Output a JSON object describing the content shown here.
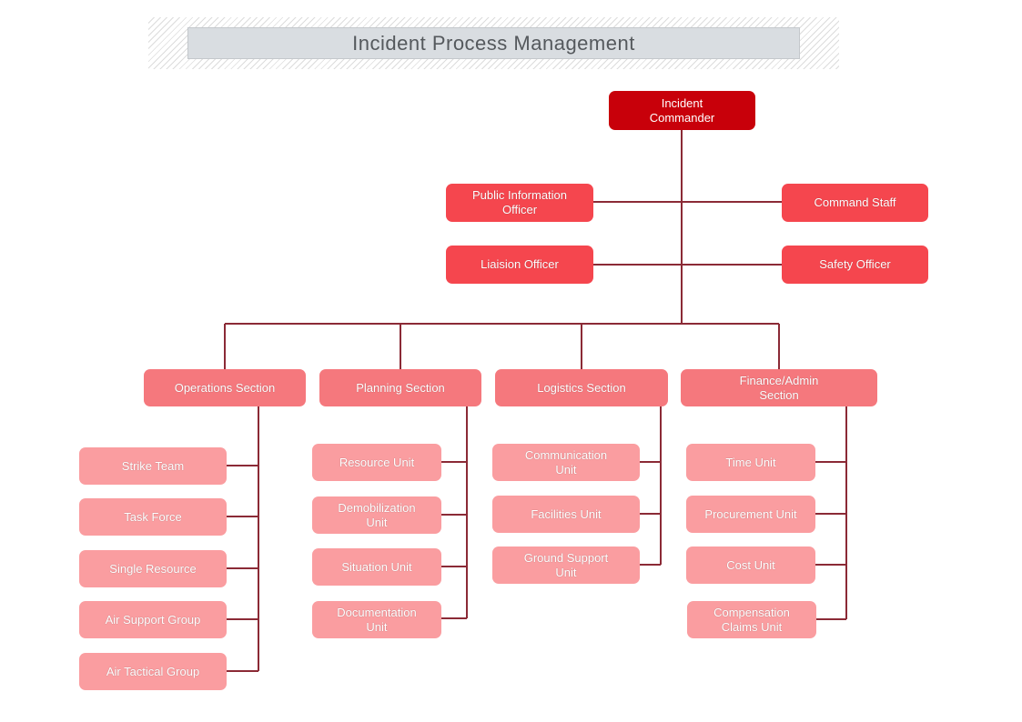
{
  "title": "Incident Process Management",
  "colors": {
    "commander": "#c8000a",
    "staff": "#f5464e",
    "section": "#f5787d",
    "unit": "#fa9da0",
    "connector": "#8b2a36"
  },
  "commander": "Incident\nCommander",
  "staff": {
    "public_info": "Public Information\nOfficer",
    "command_staff": "Command Staff",
    "liaison": "Liaision Officer",
    "safety": "Safety Officer"
  },
  "sections": {
    "operations": "Operations Section",
    "planning": "Planning Section",
    "logistics": "Logistics Section",
    "finance": "Finance/Admin\nSection"
  },
  "operations_units": [
    "Strike Team",
    "Task Force",
    "Single Resource",
    "Air Support Group",
    "Air Tactical Group"
  ],
  "planning_units": [
    "Resource Unit",
    "Demobilization\nUnit",
    "Situation Unit",
    "Documentation\nUnit"
  ],
  "logistics_units": [
    "Communication\nUnit",
    "Facilities Unit",
    "Ground Support\nUnit"
  ],
  "finance_units": [
    "Time Unit",
    "Procurement Unit",
    "Cost Unit",
    "Compensation\nClaims Unit"
  ]
}
